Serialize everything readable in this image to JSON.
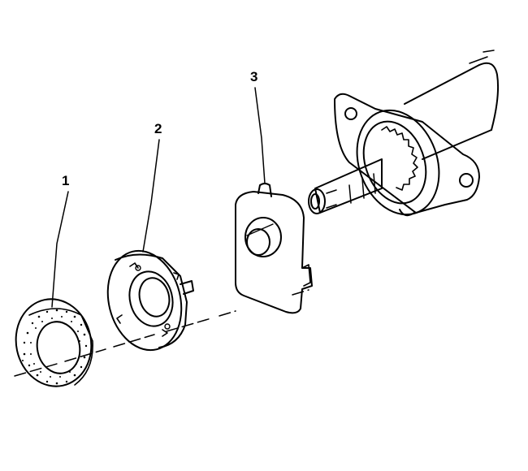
{
  "diagram": {
    "callouts": [
      {
        "id": "1",
        "label": "1"
      },
      {
        "id": "2",
        "label": "2"
      },
      {
        "id": "3",
        "label": "3"
      }
    ],
    "colors": {
      "line": "#000000",
      "background": "#ffffff",
      "speckle": "#000000"
    }
  }
}
